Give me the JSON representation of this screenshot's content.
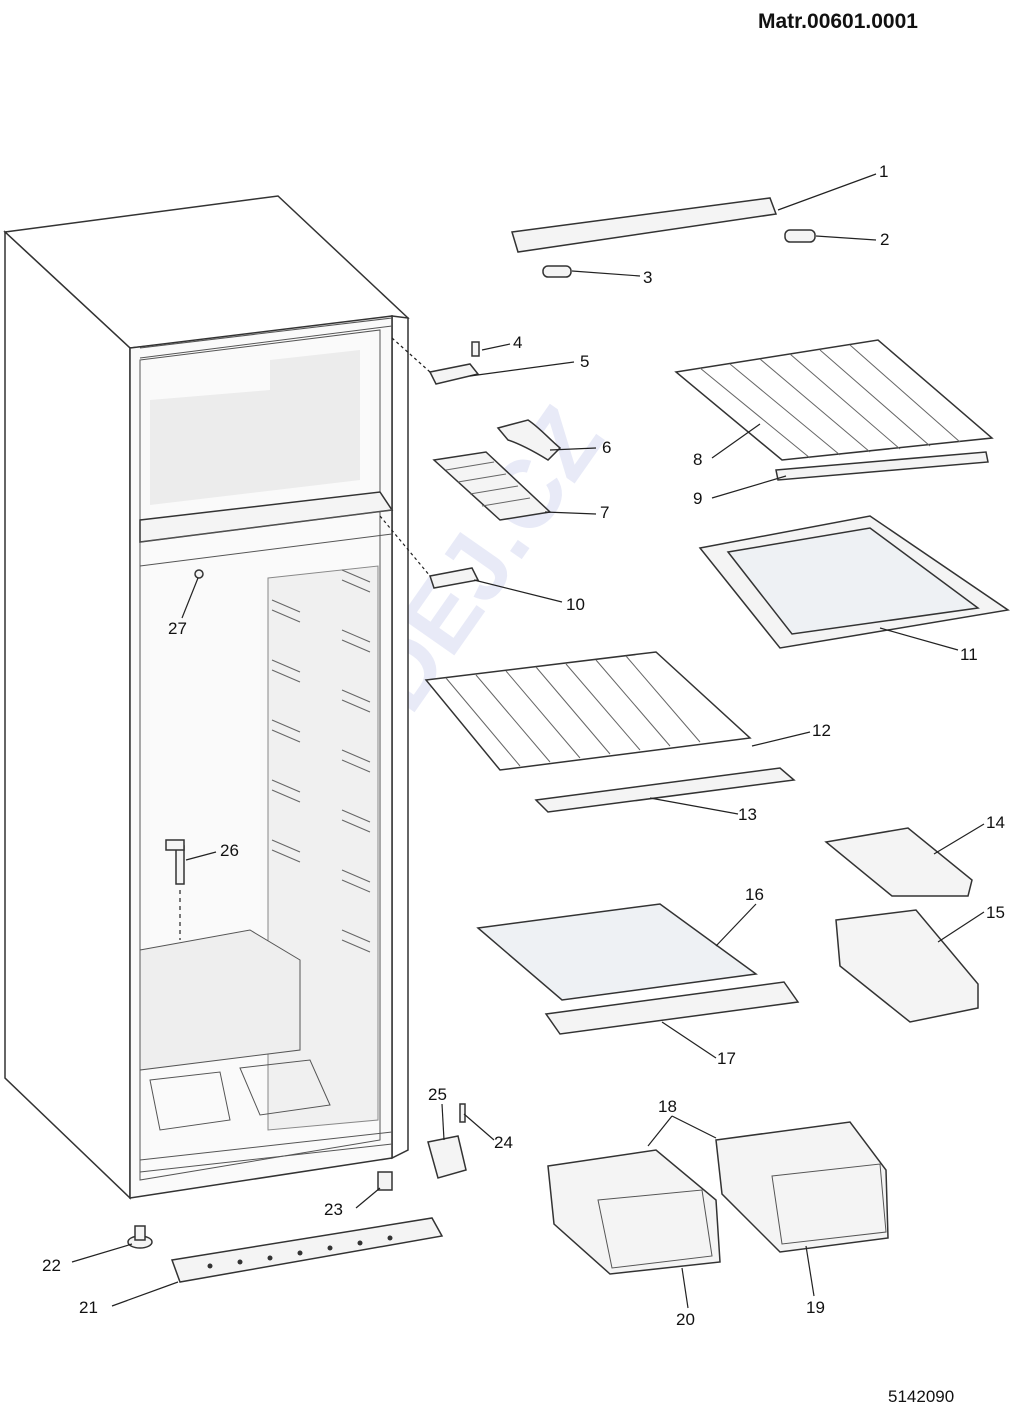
{
  "header": {
    "matr": "Matr.00601.0001"
  },
  "footer": {
    "code": "5142090"
  },
  "watermark": "©DIY-PLODEJ.CZ",
  "colors": {
    "line": "#222222",
    "watermark": "#d6daf2",
    "fill": "#f4f4f4"
  },
  "labels": [
    "1",
    "2",
    "3",
    "4",
    "5",
    "6",
    "7",
    "8",
    "9",
    "10",
    "11",
    "12",
    "13",
    "14",
    "15",
    "16",
    "17",
    "18",
    "19",
    "20",
    "21",
    "22",
    "23",
    "24",
    "25",
    "26",
    "27"
  ]
}
